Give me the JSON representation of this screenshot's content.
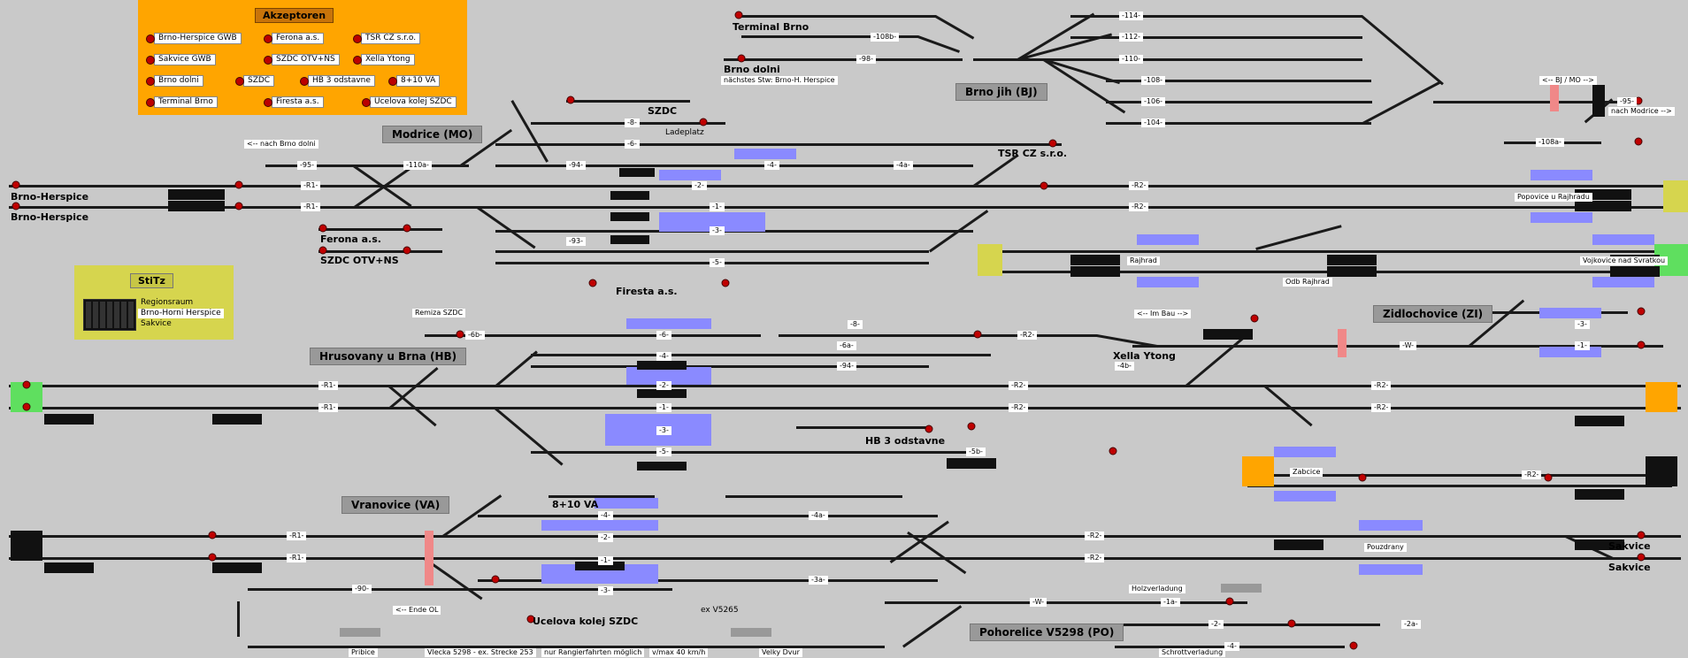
{
  "accent_colors": {
    "akzeptoren_panel": "#ffa500",
    "stitz_panel": "#d6d54e",
    "occupied_section": "#8a8aff",
    "signal_red": "#c00000",
    "track": "#1a1a1a",
    "border_green": "#5fdf5f",
    "border_orange": "#ffa500"
  },
  "akzeptoren": {
    "title": "Akzeptoren",
    "items": [
      "Brno-Herspice GWB",
      "Ferona a.s.",
      "TSR CZ s.r.o.",
      "Sakvice GWB",
      "SZDC OTV+NS",
      "Xella Ytong",
      "Brno dolni",
      "SZDC",
      "HB 3 odstavne",
      "8+10 VA",
      "Terminal Brno",
      "Firesta a.s.",
      "Ucelova kolej SZDC"
    ]
  },
  "stitz": {
    "title": "StiTz",
    "items": [
      "Regionsraum",
      "Brno-Horni Herspice",
      "Sakvice"
    ]
  },
  "stations": [
    "Modrice (MO)",
    "Brno jih (BJ)",
    "Zidlochovice (ZI)",
    "Hrusovany u Brna (HB)",
    "Vranovice (VA)",
    "Pohorelice V5298 (PO)"
  ],
  "places": [
    "Terminal Brno",
    "Brno dolni",
    "nächstes Stw: Brno-H. Herspice",
    "SZDC",
    "Ladeplatz",
    "TSR CZ s.r.o.",
    "Brno-Herspice",
    "Brno-Herspice",
    "Ferona a.s.",
    "SZDC OTV+NS",
    "Firesta a.s.",
    "Popovice u Rajhradu",
    "Rajhrad",
    "Odb Rajhrad",
    "Vojkovice nad Svratkou",
    "Remiza SZDC",
    "Xella Ytong",
    "HB 3 odstavne",
    "Zabcice",
    "8+10 VA",
    "Pouzdrany",
    "Sakvice",
    "Sakvice",
    "Ucelova kolej SZDC",
    "ex V5265",
    "<-- Ende OL",
    "Holzverladung",
    "Schrottverladung",
    "Pribice",
    "Velky Dvur"
  ],
  "notes": [
    "<-- nach Brno dolni",
    "<-- BJ / MO -->",
    "nach Modrice -->",
    "<-- Im Bau -->",
    "Vlecka 5298 - ex. Strecke 253",
    "nur Rangierfahrten möglich",
    "v/max 40 km/h"
  ],
  "track_labels": [
    "-114-",
    "-112-",
    "-110-",
    "-108-",
    "-106-",
    "-104-",
    "-98-",
    "-108b-",
    "-108a-",
    "-95-",
    "-95-",
    "-110a-",
    "-8-",
    "-6-",
    "-4-",
    "-4a-",
    "-2-",
    "-1-",
    "-3-",
    "-5-",
    "-93-",
    "-94-",
    "-R1-",
    "-R1-",
    "-R2-",
    "-R2-",
    "-R1-",
    "-R1-",
    "-R2-",
    "-R2-",
    "-R2-",
    "-R2-",
    "-R1-",
    "-R1-",
    "-R2-",
    "-R2-",
    "-6b-",
    "-6-",
    "-4-",
    "-2-",
    "-1-",
    "-3-",
    "-5-",
    "-6a-",
    "-94-",
    "-5b-",
    "-8-",
    "-4b-",
    "-W-",
    "-3-",
    "-1-",
    "-R2-",
    "-R2-",
    "-1-",
    "-2-",
    "-3-",
    "-4-",
    "-4a-",
    "-3a-",
    "-90-",
    "-W-",
    "-1a-",
    "-2-",
    "-2a-",
    "-4-"
  ]
}
